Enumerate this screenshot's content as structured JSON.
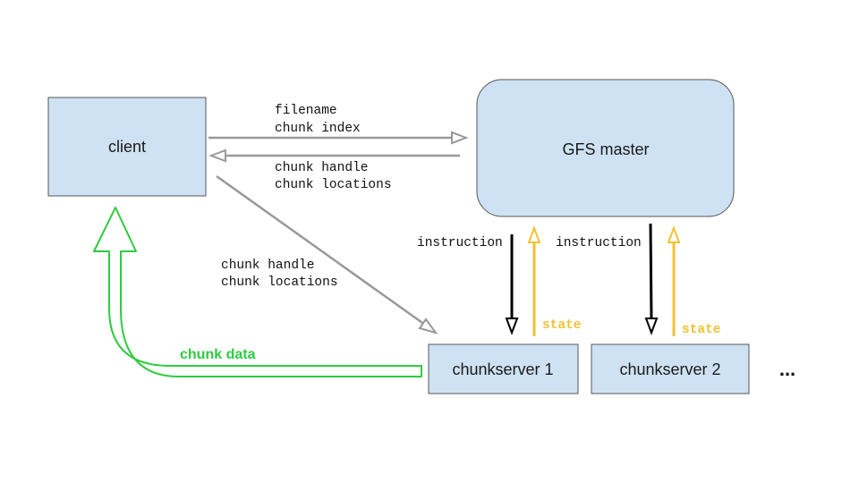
{
  "nodes": {
    "client": "client",
    "master": "GFS master",
    "chunkserver1": "chunkserver 1",
    "chunkserver2": "chunkserver 2",
    "more": "..."
  },
  "edges": {
    "request": {
      "line1": "filename",
      "line2": "chunk index"
    },
    "reply": {
      "line1": "chunk handle",
      "line2": "chunk locations"
    },
    "to_chunkserver": {
      "line1": "chunk handle",
      "line2": "chunk locations"
    },
    "instruction_1": "instruction",
    "instruction_2": "instruction",
    "state_1": "state",
    "state_2": "state",
    "chunk_data": "chunk data"
  },
  "colors": {
    "box_fill": "#cfe2f3",
    "box_stroke": "#555555",
    "grey_arrow": "#999999",
    "state_arrow": "#f1c232",
    "instruction_arrow": "#000000",
    "data_arrow": "#2ecc40"
  }
}
